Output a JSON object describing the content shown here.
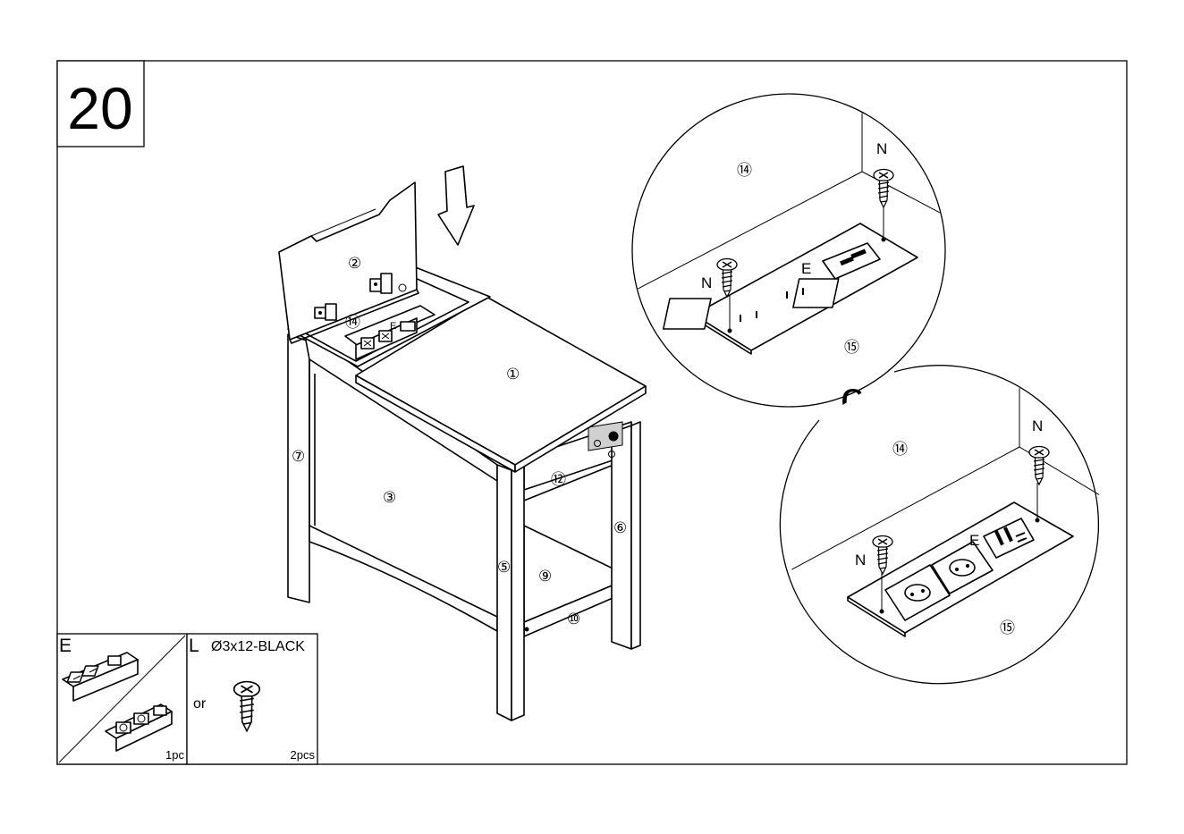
{
  "step": {
    "number": "20"
  },
  "labels": {
    "top": "①",
    "lid": "②",
    "side_panel": "③",
    "front_leg": "⑤",
    "right_leg": "⑥",
    "back_leg": "⑦",
    "shelf": "⑨",
    "shelf_rail": "⑩",
    "drawer_rail": "⑫",
    "opening": "⑭",
    "outlet": "⑮"
  },
  "hinge_labels": {
    "ground": "E"
  },
  "callouts": {
    "screw_label": "N",
    "ground_label": "E",
    "opening_label": "⑭",
    "outlet_label": "⑮",
    "separator": "or"
  },
  "parts": {
    "e": {
      "letter": "E",
      "qty": "1pc"
    },
    "l": {
      "letter": "L",
      "spec": "Ø3x12-BLACK",
      "or": "or",
      "qty": "2pcs"
    }
  }
}
